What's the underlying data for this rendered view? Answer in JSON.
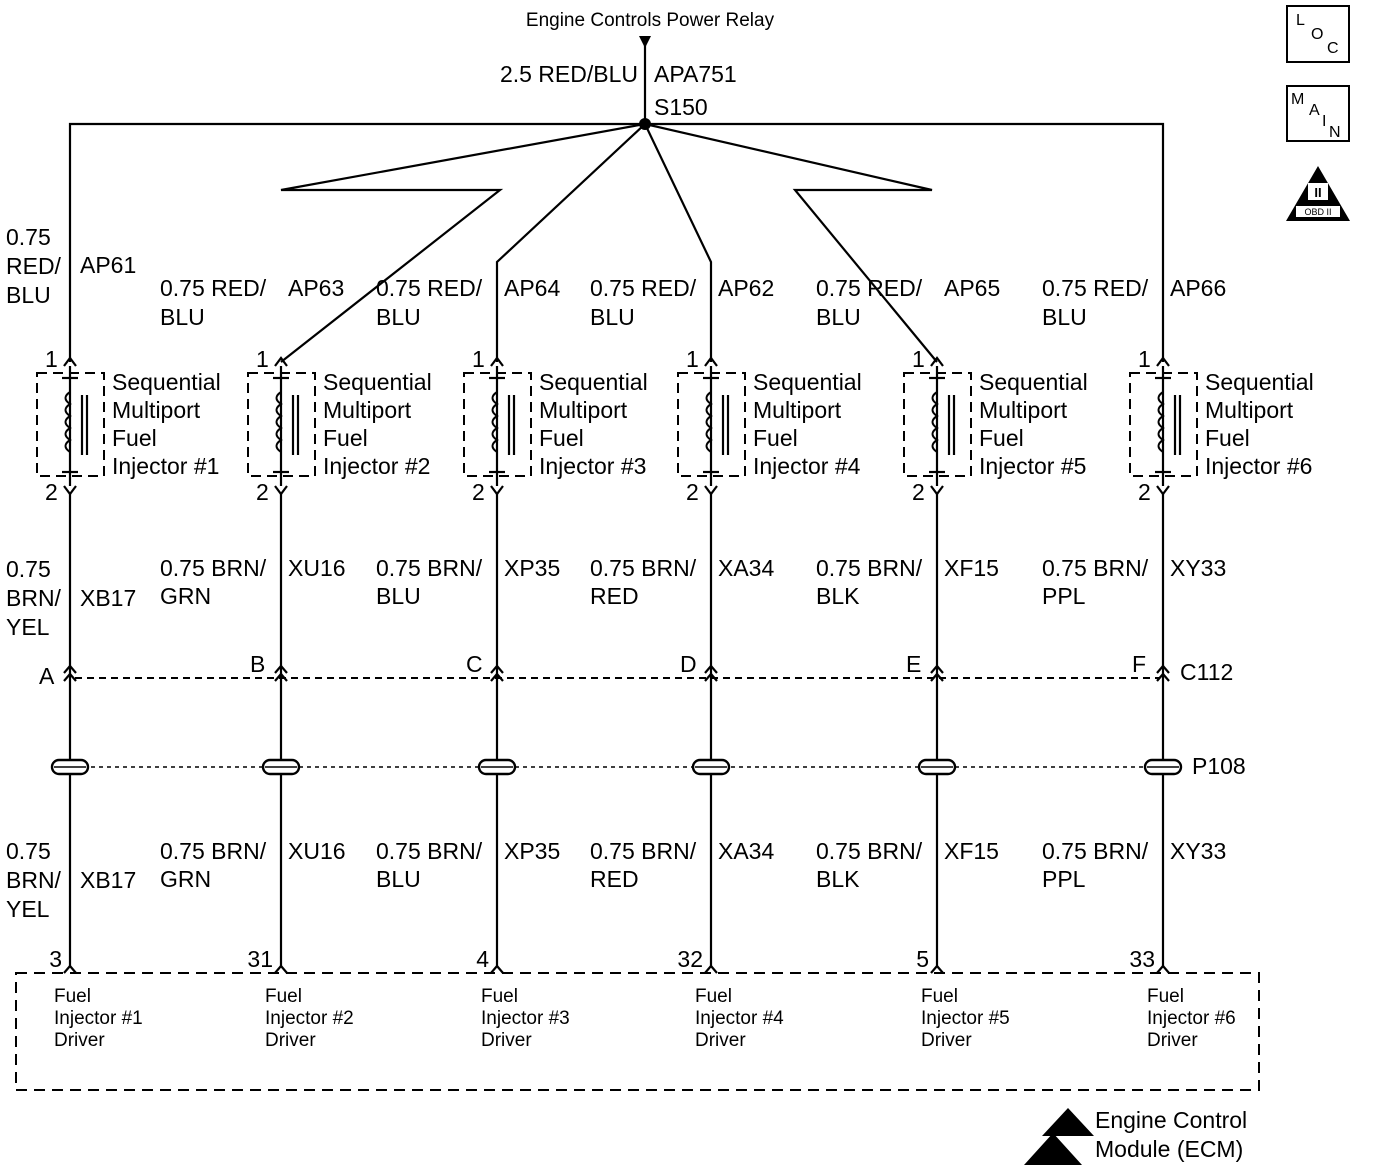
{
  "relay": {
    "title": "Engine Controls Power Relay",
    "wire": "2.5 RED/BLU",
    "circuit": "APA751",
    "splice": "S150"
  },
  "injector_name": [
    "Sequential",
    "Multiport",
    "Fuel"
  ],
  "connector_c112": "C112",
  "connector_p108": "P108",
  "injectors": [
    {
      "name": "Injector #1",
      "upper_gauge": [
        "0.75",
        "RED/",
        "BLU"
      ],
      "upper_circuit": "AP61",
      "pin_top": "1",
      "pin_bottom": "2",
      "lower_gauge": [
        "0.75",
        "BRN/",
        "YEL"
      ],
      "lower_circuit": "XB17",
      "c112_pin": "A",
      "ecm_pin": "3",
      "driver": [
        "Fuel",
        "Injector #1",
        "Driver"
      ]
    },
    {
      "name": "Injector #2",
      "upper_gauge": [
        "0.75 RED/",
        "BLU"
      ],
      "upper_circuit": "AP63",
      "pin_top": "1",
      "pin_bottom": "2",
      "lower_gauge": [
        "0.75 BRN/",
        "GRN"
      ],
      "lower_circuit": "XU16",
      "c112_pin": "B",
      "ecm_pin": "31",
      "driver": [
        "Fuel",
        "Injector #2",
        "Driver"
      ]
    },
    {
      "name": "Injector #3",
      "upper_gauge": [
        "0.75 RED/",
        "BLU"
      ],
      "upper_circuit": "AP64",
      "pin_top": "1",
      "pin_bottom": "2",
      "lower_gauge": [
        "0.75 BRN/",
        "BLU"
      ],
      "lower_circuit": "XP35",
      "c112_pin": "C",
      "ecm_pin": "4",
      "driver": [
        "Fuel",
        "Injector #3",
        "Driver"
      ]
    },
    {
      "name": "Injector #4",
      "upper_gauge": [
        "0.75 RED/",
        "BLU"
      ],
      "upper_circuit": "AP62",
      "pin_top": "1",
      "pin_bottom": "2",
      "lower_gauge": [
        "0.75 BRN/",
        "RED"
      ],
      "lower_circuit": "XA34",
      "c112_pin": "D",
      "ecm_pin": "32",
      "driver": [
        "Fuel",
        "Injector #4",
        "Driver"
      ]
    },
    {
      "name": "Injector #5",
      "upper_gauge": [
        "0.75 RED/",
        "BLU"
      ],
      "upper_circuit": "AP65",
      "pin_top": "1",
      "pin_bottom": "2",
      "lower_gauge": [
        "0.75 BRN/",
        "BLK"
      ],
      "lower_circuit": "XF15",
      "c112_pin": "E",
      "ecm_pin": "5",
      "driver": [
        "Fuel",
        "Injector #5",
        "Driver"
      ]
    },
    {
      "name": "Injector #6",
      "upper_gauge": [
        "0.75 RED/",
        "BLU"
      ],
      "upper_circuit": "AP66",
      "pin_top": "1",
      "pin_bottom": "2",
      "lower_gauge": [
        "0.75 BRN/",
        "PPL"
      ],
      "lower_circuit": "XY33",
      "c112_pin": "F",
      "ecm_pin": "33",
      "driver": [
        "Fuel",
        "Injector #6",
        "Driver"
      ]
    }
  ],
  "ecm": {
    "label": [
      "Engine Control",
      "Module (ECM)"
    ]
  },
  "nav": {
    "loc": [
      "L",
      "O",
      "C"
    ],
    "main": [
      "M",
      "A",
      "I",
      "N"
    ],
    "obd": [
      "II",
      "OBD II"
    ]
  }
}
